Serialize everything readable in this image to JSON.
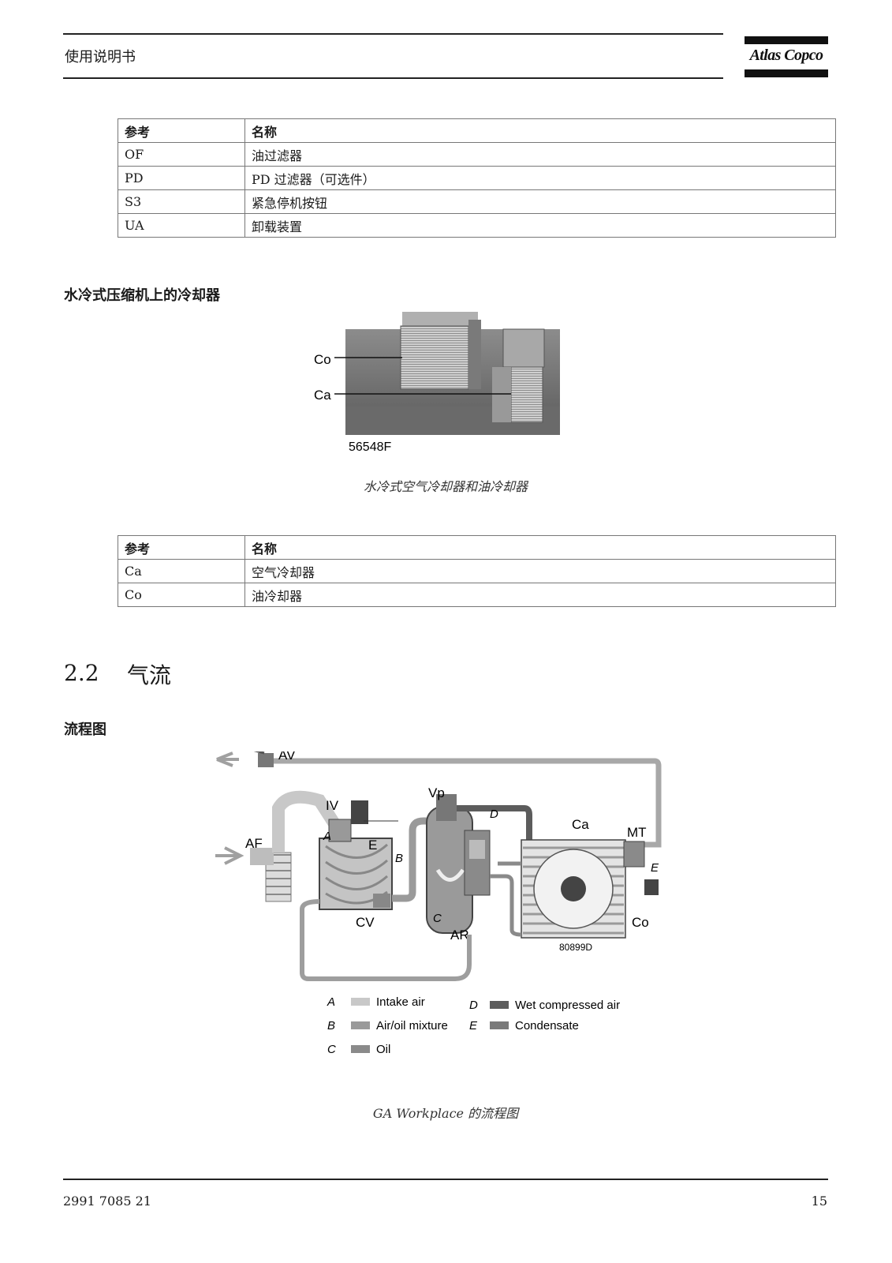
{
  "header": {
    "title": "使用说明书",
    "logo_text": "Atlas Copco"
  },
  "table1": {
    "headers": [
      "参考",
      "名称"
    ],
    "rows": [
      [
        "OF",
        "油过滤器"
      ],
      [
        "PD",
        "PD 过滤器（可选件）"
      ],
      [
        "S3",
        "紧急停机按钮"
      ],
      [
        "UA",
        "卸载装置"
      ]
    ]
  },
  "cooler_section": {
    "heading": "水冷式压缩机上的冷却器",
    "figure": {
      "label_co": "Co",
      "label_ca": "Ca",
      "code": "56548F"
    },
    "caption": "水冷式空气冷却器和油冷却器"
  },
  "table2": {
    "headers": [
      "参考",
      "名称"
    ],
    "rows": [
      [
        "Ca",
        "空气冷却器"
      ],
      [
        "Co",
        "油冷却器"
      ]
    ]
  },
  "airflow_section": {
    "number": "2.2",
    "title": "气流",
    "subheading": "流程图",
    "diagram": {
      "labels": {
        "av": "AV",
        "af": "AF",
        "iv": "IV",
        "vp": "Vp",
        "ca": "Ca",
        "mt": "MT",
        "co": "Co",
        "cv": "CV",
        "ar": "AR",
        "a": "A",
        "b": "B",
        "c": "C",
        "d": "D",
        "e": "E",
        "e2": "E",
        "code": "80899D"
      },
      "legend": [
        {
          "key": "A",
          "text": "Intake air",
          "color": "#c8c8c8"
        },
        {
          "key": "B",
          "text": "Air/oil mixture",
          "color": "#9a9a9a"
        },
        {
          "key": "C",
          "text": "Oil",
          "color": "#8a8a8a"
        },
        {
          "key": "D",
          "text": "Wet compressed air",
          "color": "#5c5c5c"
        },
        {
          "key": "E",
          "text": "Condensate",
          "color": "#7a7a7a"
        }
      ]
    },
    "caption": "GA Workplace 的流程图"
  },
  "footer": {
    "doc_number": "2991 7085 21",
    "page": "15"
  }
}
